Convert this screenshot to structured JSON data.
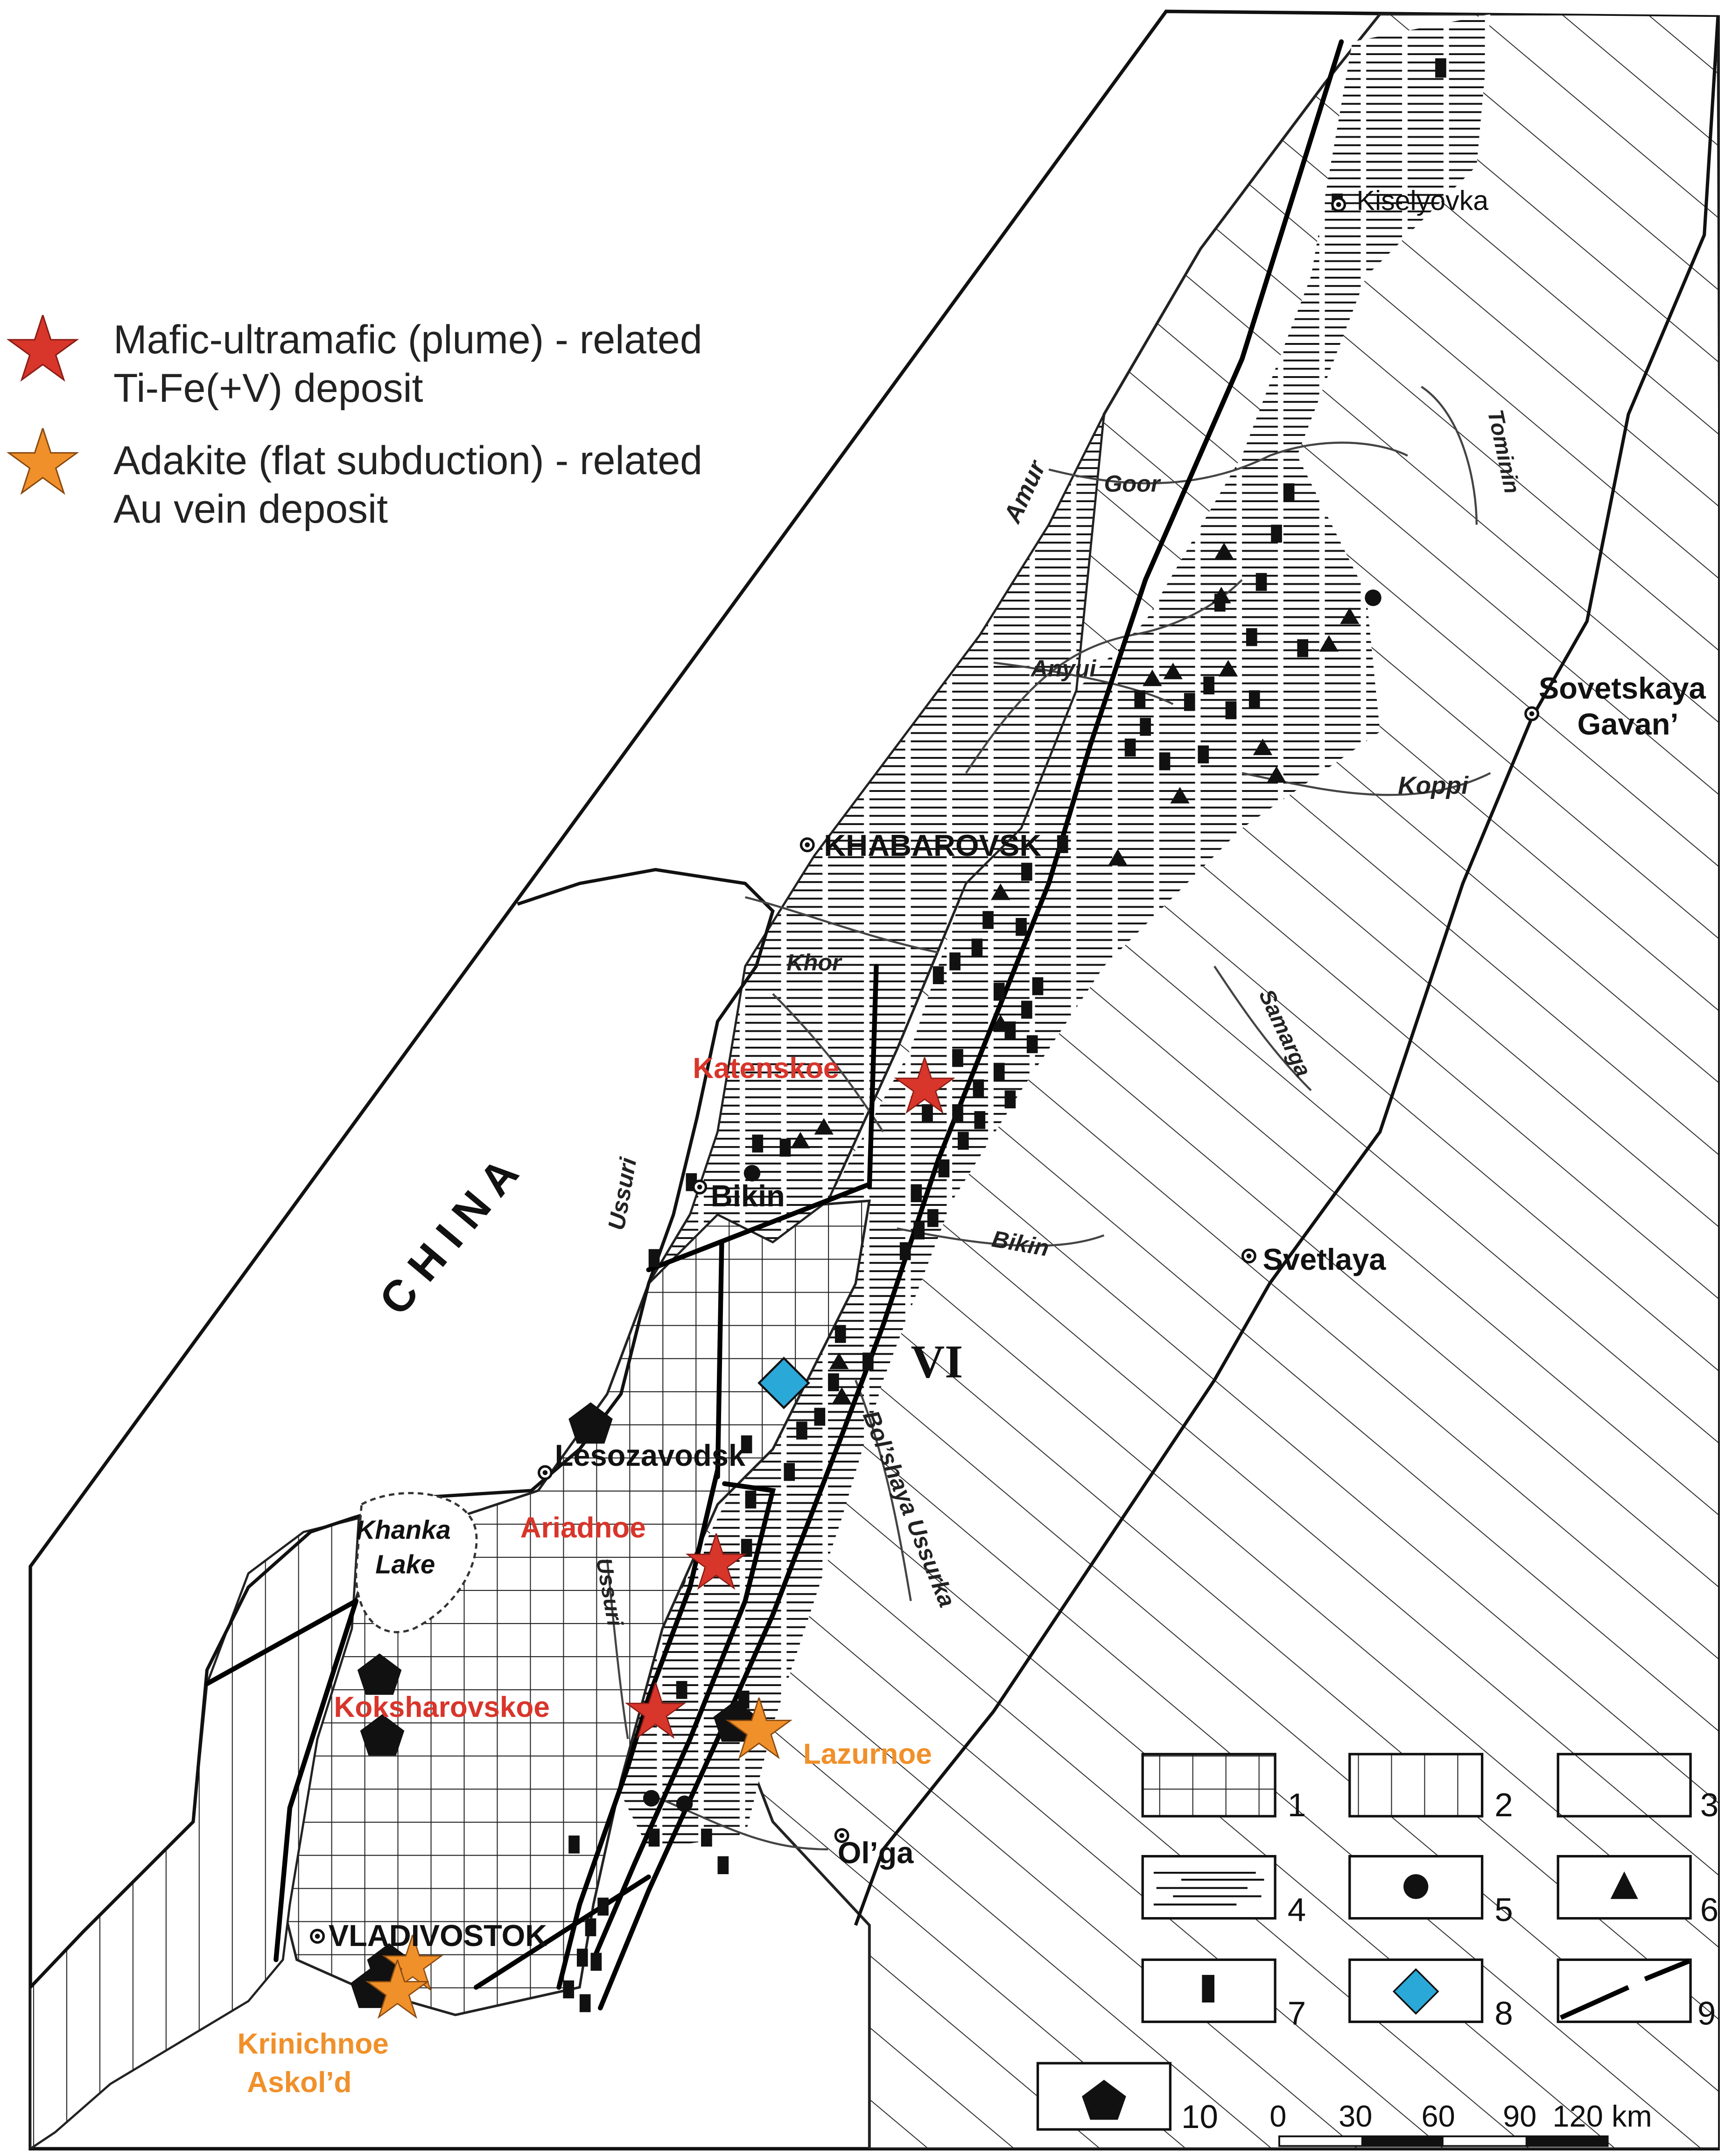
{
  "legend_top": {
    "items": [
      {
        "symbol": "red-star-icon",
        "color": "#d8352b",
        "line1": "Mafic-ultramafic (plume) - related",
        "line2": "Ti-Fe(+V) deposit"
      },
      {
        "symbol": "orange-star-icon",
        "color": "#f0902a",
        "line1": "Adakite (flat subduction) - related",
        "line2": "Au vein deposit"
      }
    ]
  },
  "places": {
    "kiselyovka": "Kiselyovka",
    "sovetskaya_1": "Sovetskaya",
    "sovetskaya_2": "Gavan’",
    "khabarovsk": "KHABAROVSK",
    "bikin_town": "Bikin",
    "svetlaya": "Svetlaya",
    "lesozavodsk": "Lesozavodsk",
    "olga": "Ol’ga",
    "vladivostok": "VLADIVOSTOK",
    "china": "C H I N A",
    "khanka_1": "Khanka",
    "khanka_2": "Lake",
    "zone_vi": "VI"
  },
  "rivers": {
    "amur": "Amur",
    "goor": "Goor",
    "tominin": "Tominin",
    "anyui": "Anyui",
    "koppi": "Koppi",
    "khor": "Khor",
    "samarga": "Samarga",
    "ussuri_north": "Ussuri",
    "bikin_river": "Bikin",
    "bolshaya_ussurka": "Bol’shaya Ussurka",
    "ussuri_south": "Ussuri"
  },
  "deposits": {
    "katenskoe": "Katenskoe",
    "ariadnoe": "Ariadnoe",
    "koksharovskoe": "Koksharovskoe",
    "lazurnoe": "Lazurnoe",
    "krinichnoe": "Krinichnoe",
    "askold": "Askol’d"
  },
  "legend_boxes": {
    "items": [
      {
        "num": "1",
        "pattern": "grid"
      },
      {
        "num": "2",
        "pattern": "vertical-lines"
      },
      {
        "num": "3",
        "pattern": "diagonal-lines"
      },
      {
        "num": "4",
        "pattern": "horizontal-dashes"
      },
      {
        "num": "5",
        "pattern": "black-circle-icon"
      },
      {
        "num": "6",
        "pattern": "black-triangle-icon"
      },
      {
        "num": "7",
        "pattern": "black-rectangle-icon"
      },
      {
        "num": "8",
        "pattern": "blue-diamond-icon"
      },
      {
        "num": "9",
        "pattern": "fault-line-icon"
      },
      {
        "num": "10",
        "pattern": "black-pentagon-icon"
      }
    ]
  },
  "scale": {
    "labels": [
      "0",
      "30",
      "60",
      "90",
      "120 km"
    ]
  },
  "colors": {
    "red": "#d8352b",
    "orange": "#f0902a",
    "blue": "#2aa8d8",
    "ink": "#111111"
  }
}
